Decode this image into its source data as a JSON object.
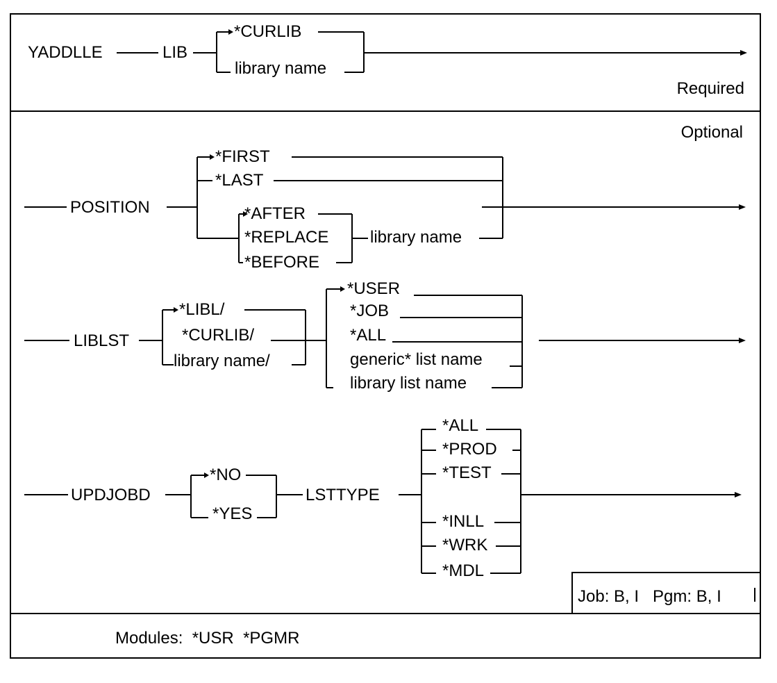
{
  "required_section": {
    "command": "YADDLLE",
    "param": "LIB",
    "options": [
      "*CURLIB",
      "library name"
    ],
    "label": "Required"
  },
  "optional_section": {
    "label": "Optional",
    "position": {
      "param": "POSITION",
      "options": [
        "*FIRST",
        "*LAST"
      ],
      "sub_options": [
        "*AFTER",
        "*REPLACE",
        "*BEFORE"
      ],
      "sub_value": "library name"
    },
    "liblst": {
      "param": "LIBLST",
      "left_options": [
        "*LIBL/",
        "*CURLIB/",
        "library name/"
      ],
      "right_options": [
        "*USER",
        "*JOB",
        "*ALL",
        "generic* list name",
        "library list name"
      ]
    },
    "updjobd": {
      "param": "UPDJOBD",
      "options": [
        "*NO",
        "*YES"
      ],
      "lsttype": "LSTTYPE",
      "lsttype_options": [
        "*ALL",
        "*PROD",
        "*TEST",
        "*INLL",
        "*WRK",
        "*MDL"
      ]
    },
    "job_pgm_note": "Job: B, I   Pgm: B, I"
  },
  "footer": {
    "modules": "Modules:  *USR  *PGMR"
  }
}
